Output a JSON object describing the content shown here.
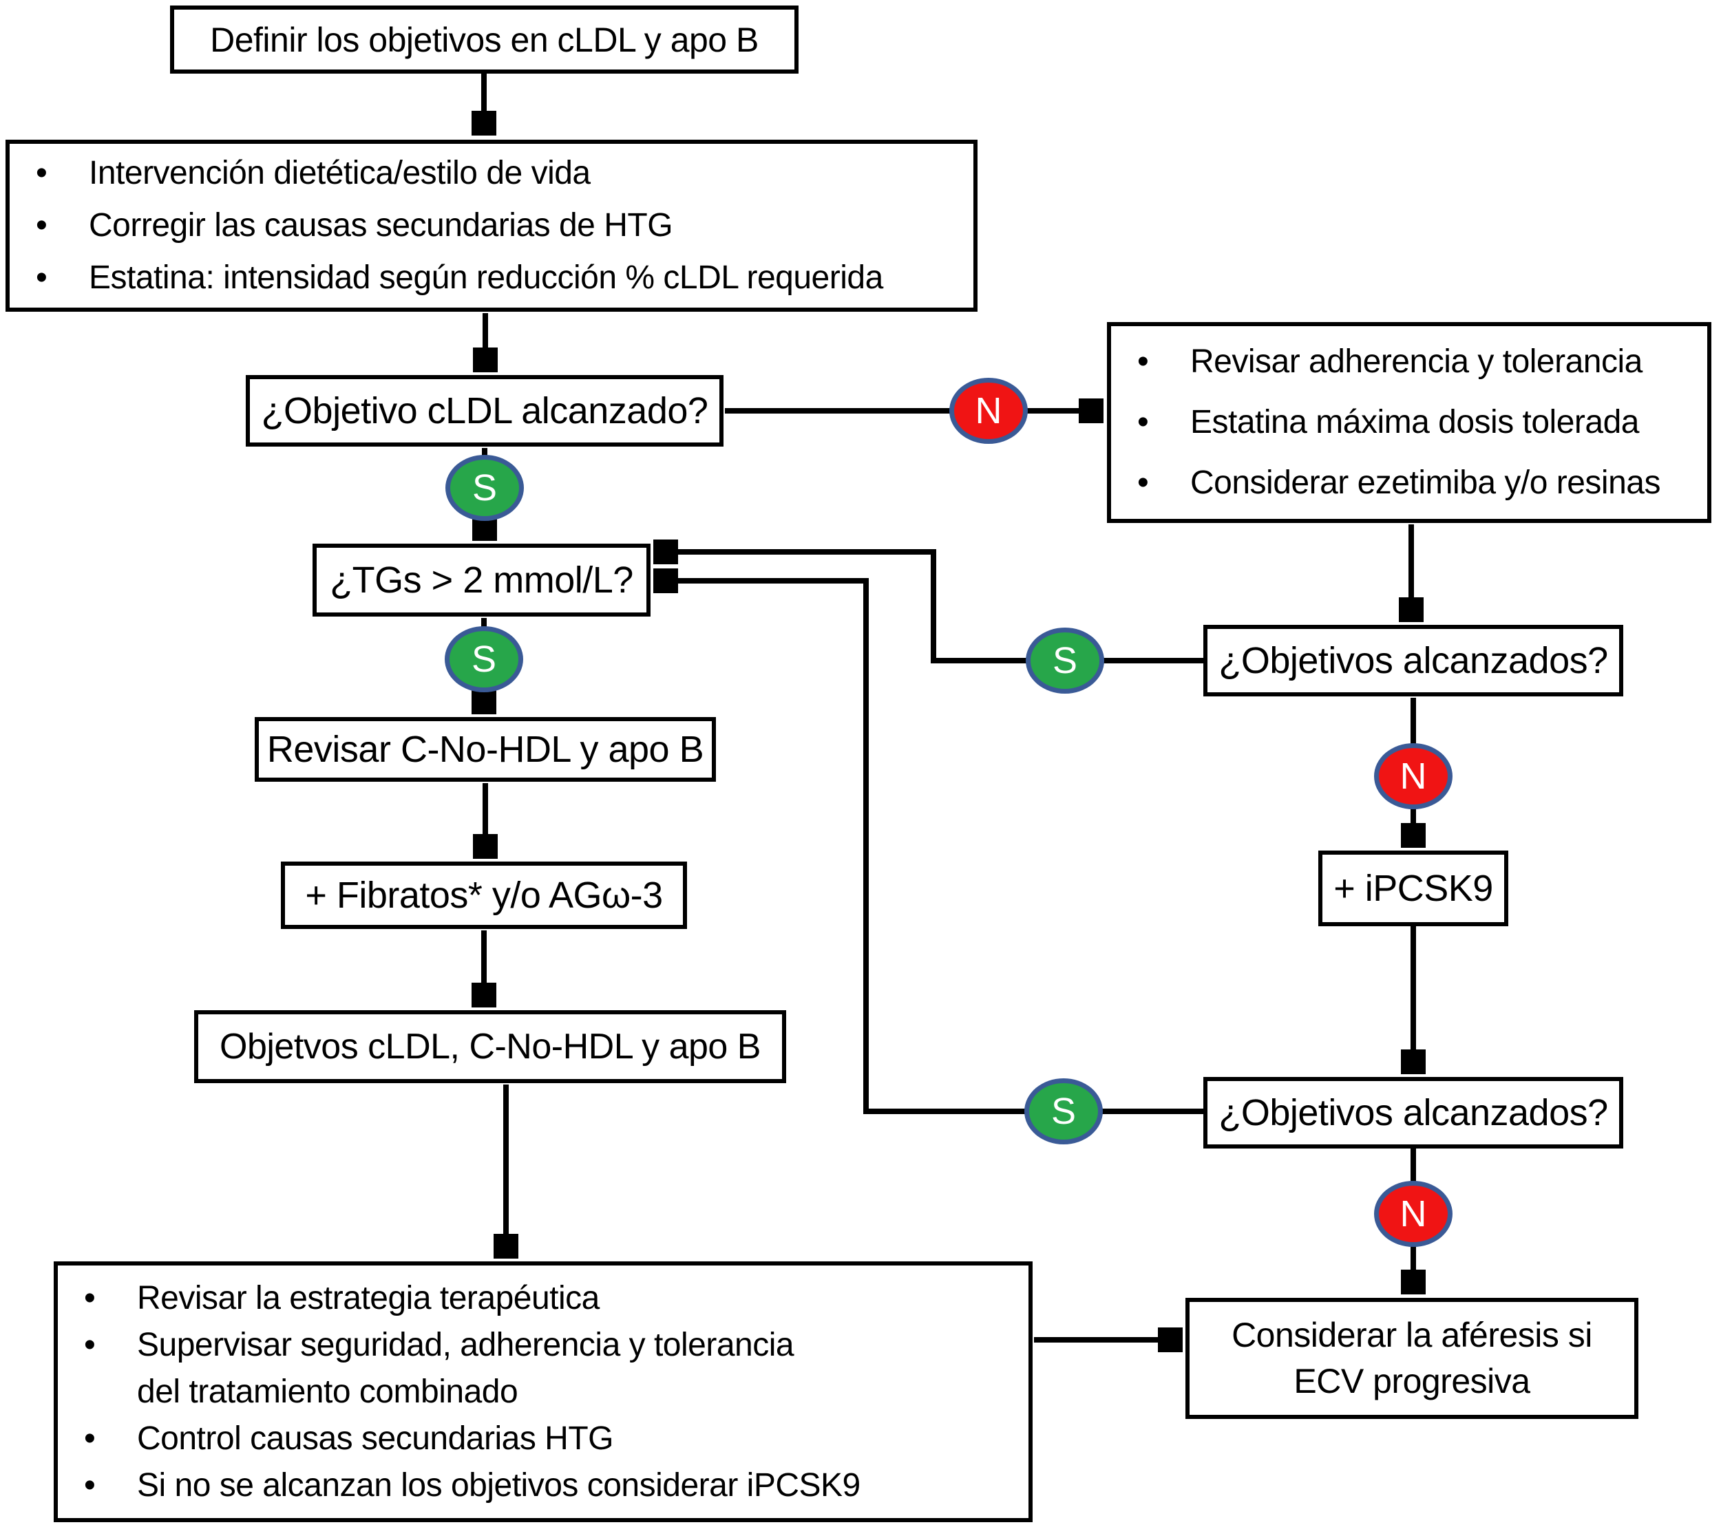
{
  "flowchart": {
    "nodes": {
      "define_goals": {
        "label": "Definir los objetivos en cLDL y apo B"
      },
      "initial_plan": {
        "bullets": [
          "Intervención dietética/estilo de vida",
          "Corregir las causas secundarias de HTG",
          "Estatina: intensidad según reducción % cLDL requerida"
        ]
      },
      "ldl_goal_question": {
        "label": "¿Objetivo cLDL alcanzado?"
      },
      "adherence": {
        "bullets": [
          "Revisar adherencia y tolerancia",
          "Estatina máxima dosis tolerada",
          "Considerar ezetimiba y/o resinas"
        ]
      },
      "tg_question": {
        "label": "¿TGs > 2 mmol/L?"
      },
      "goals_question_1": {
        "label": "¿Objetivos alcanzados?"
      },
      "review_nonhdl": {
        "label": "Revisar C-No-HDL y apo B"
      },
      "fibrates": {
        "label": "+ Fibratos* y/o AGω-3"
      },
      "ipcsk9": {
        "label": "+ iPCSK9"
      },
      "goals_all": {
        "label": "Objetvos cLDL, C-No-HDL y apo B"
      },
      "goals_question_2": {
        "label": "¿Objetivos alcanzados?"
      },
      "strategy": {
        "bullets": [
          "Revisar la estrategia terapéutica",
          "Supervisar seguridad, adherencia y tolerancia\ndel tratamiento combinado",
          "Control causas secundarias HTG",
          "Si no se alcanzan los objetivos considerar iPCSK9"
        ]
      },
      "apheresis": {
        "label": "Considerar la aféresis si\nECV progresiva"
      }
    },
    "decision_labels": {
      "yes": "S",
      "no": "N"
    },
    "colors": {
      "yes_fill": "#27A64A",
      "no_fill": "#F01414",
      "ellipse_border": "#3A5A96",
      "line": "#000000",
      "box_border": "#000000",
      "background": "#FFFFFF",
      "text": "#000000"
    }
  }
}
